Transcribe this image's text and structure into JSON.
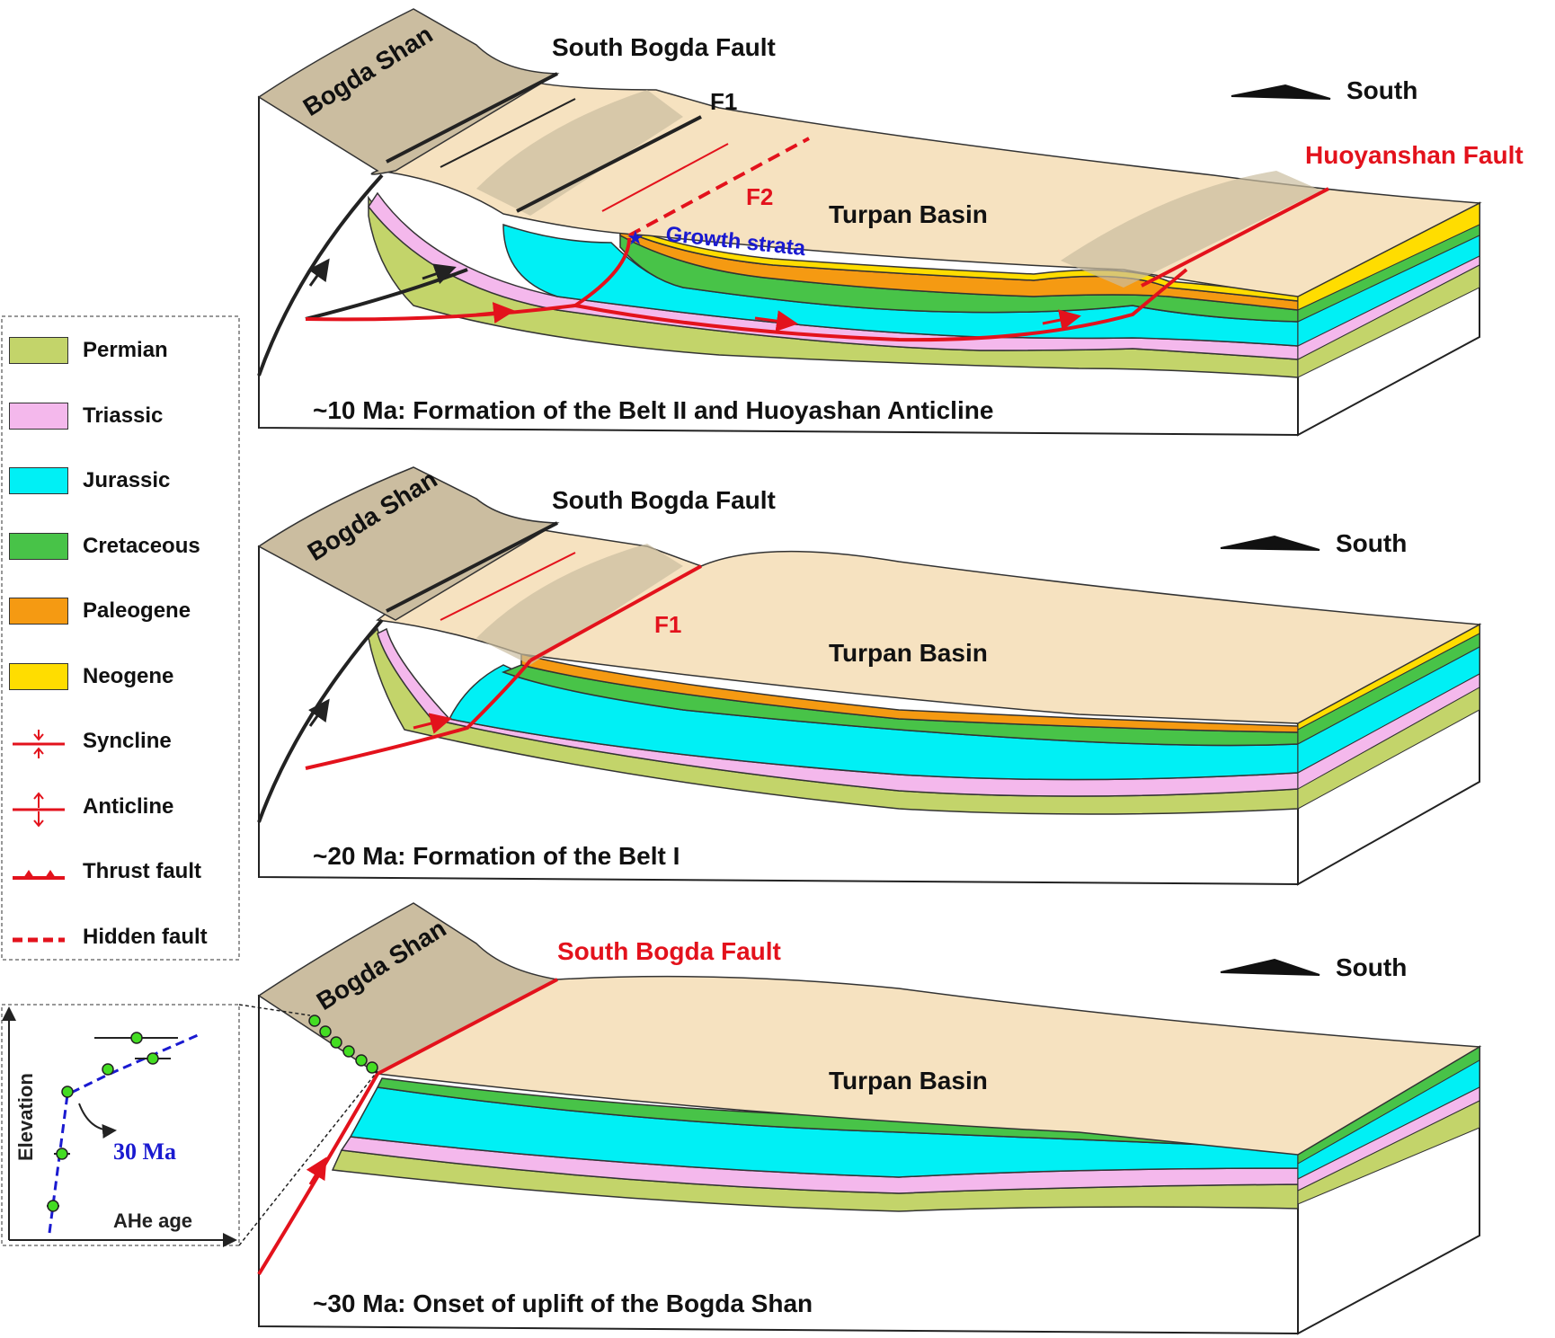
{
  "colors": {
    "permian": "#c3d46a",
    "triassic": "#f4b8ec",
    "jurassic": "#00f0f5",
    "cretaceous": "#48c348",
    "paleogene": "#f59a12",
    "neogene": "#ffdd00",
    "surface": "#f6e2c0",
    "mountain": "#cbbda0",
    "fault_red": "#e3121c",
    "growth_blue": "#1a1ad0"
  },
  "legend": {
    "items": [
      {
        "label": "Permian",
        "kind": "swatch",
        "color_key": "permian"
      },
      {
        "label": "Triassic",
        "kind": "swatch",
        "color_key": "triassic"
      },
      {
        "label": "Jurassic",
        "kind": "swatch",
        "color_key": "jurassic"
      },
      {
        "label": "Cretaceous",
        "kind": "swatch",
        "color_key": "cretaceous"
      },
      {
        "label": "Paleogene",
        "kind": "swatch",
        "color_key": "paleogene"
      },
      {
        "label": "Neogene",
        "kind": "swatch",
        "color_key": "neogene"
      },
      {
        "label": "Syncline",
        "kind": "syncline-symbol"
      },
      {
        "label": "Anticline",
        "kind": "anticline-symbol"
      },
      {
        "label": "Thrust fault",
        "kind": "thrust-symbol"
      },
      {
        "label": "Hidden fault",
        "kind": "hidden-fault-symbol"
      }
    ]
  },
  "panels": {
    "top": {
      "caption": "~10 Ma: Formation of the Belt II and Huoyashan Anticline",
      "mountain": "Bogda Shan",
      "fault_main": "South Bogda Fault",
      "f1": "F1",
      "f2": "F2",
      "huoyanshan": "Huoyanshan Fault",
      "basin": "Turpan Basin",
      "growth": "Growth strata",
      "direction": "South"
    },
    "middle": {
      "caption": "~20 Ma: Formation of the Belt I",
      "mountain": "Bogda Shan",
      "fault_main": "South Bogda Fault",
      "f1": "F1",
      "basin": "Turpan Basin",
      "direction": "South"
    },
    "bottom": {
      "caption": "~30 Ma: Onset of uplift of the Bogda Shan",
      "mountain": "Bogda Shan",
      "fault_main": "South Bogda Fault",
      "basin": "Turpan Basin",
      "direction": "South"
    }
  },
  "inset": {
    "y_axis": "Elevation",
    "x_axis": "AHe age",
    "annotation": "30 Ma"
  }
}
